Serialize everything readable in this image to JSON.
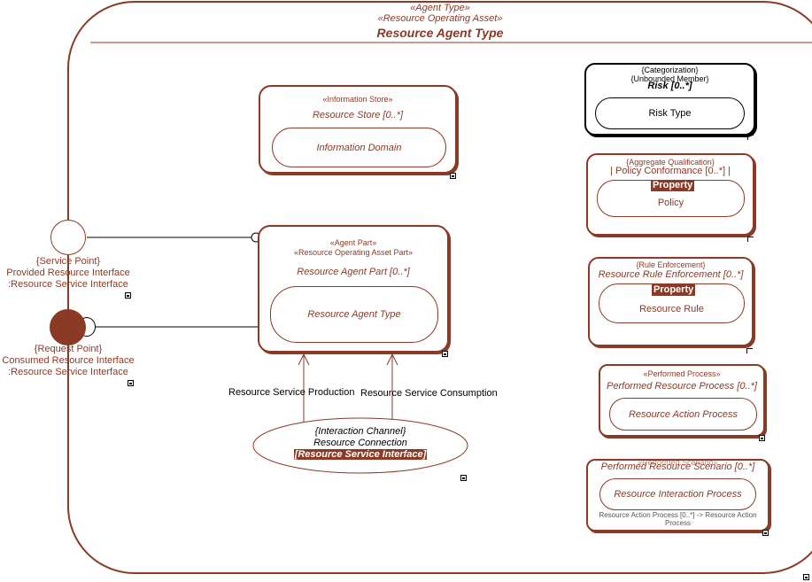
{
  "frame": {
    "stereotype1": "«Agent Type»",
    "stereotype2": "«Resource Operating Asset»",
    "title": "Resource Agent Type"
  },
  "store": {
    "stereotype": "«Information Store»",
    "name": "Resource Store [0..*]",
    "inner": "Information Domain"
  },
  "part": {
    "stereotype1": "«Agent Part»",
    "stereotype2": "«Resource Operating Asset Part»",
    "name": "Resource Agent Part [0..*]",
    "inner": "Resource Agent Type"
  },
  "ports": {
    "service": {
      "line1": "{Service Point}",
      "line2": "Provided Resource Interface",
      "line3": ":Resource Service Interface"
    },
    "request": {
      "line1": "{Request Point}",
      "line2": "Consumed Resource Interface",
      "line3": ":Resource Service Interface"
    }
  },
  "flows": {
    "production": "Resource Service Production",
    "consumption": "Resource Service Consumption"
  },
  "connection": {
    "stereotype": "{Interaction Channel}",
    "name": "Resource Connection",
    "tag": "[Resource Service Interface]"
  },
  "risk": {
    "stereotype1": "{Categorization}",
    "stereotype2": "{Unbounded Member}",
    "name": "Risk [0..*]",
    "inner": "Risk Type"
  },
  "policy": {
    "stereotype": "{Aggregate Qualification}",
    "name": "| Policy Conformance [0..*] |",
    "tag": "Property",
    "inner": "Policy"
  },
  "rule": {
    "stereotype": "{Rule Enforcement}",
    "name": "Resource Rule Enforcement [0..*]",
    "tag": "Property",
    "inner": "Resource Rule"
  },
  "process": {
    "stereotype": "«Performed Process»",
    "name": "Performed Resource Process [0..*]",
    "inner": "Resource Action Process"
  },
  "scenario": {
    "stereotype": "«Performed Scenario»",
    "name": "Performed Resource Scenario [0..*]",
    "inner": "Resource Interaction Process",
    "note": "Resource Action Process [0..*] -> Resource Action Process"
  },
  "colors": {
    "accent": "#8b3a25",
    "line": "#000000"
  }
}
